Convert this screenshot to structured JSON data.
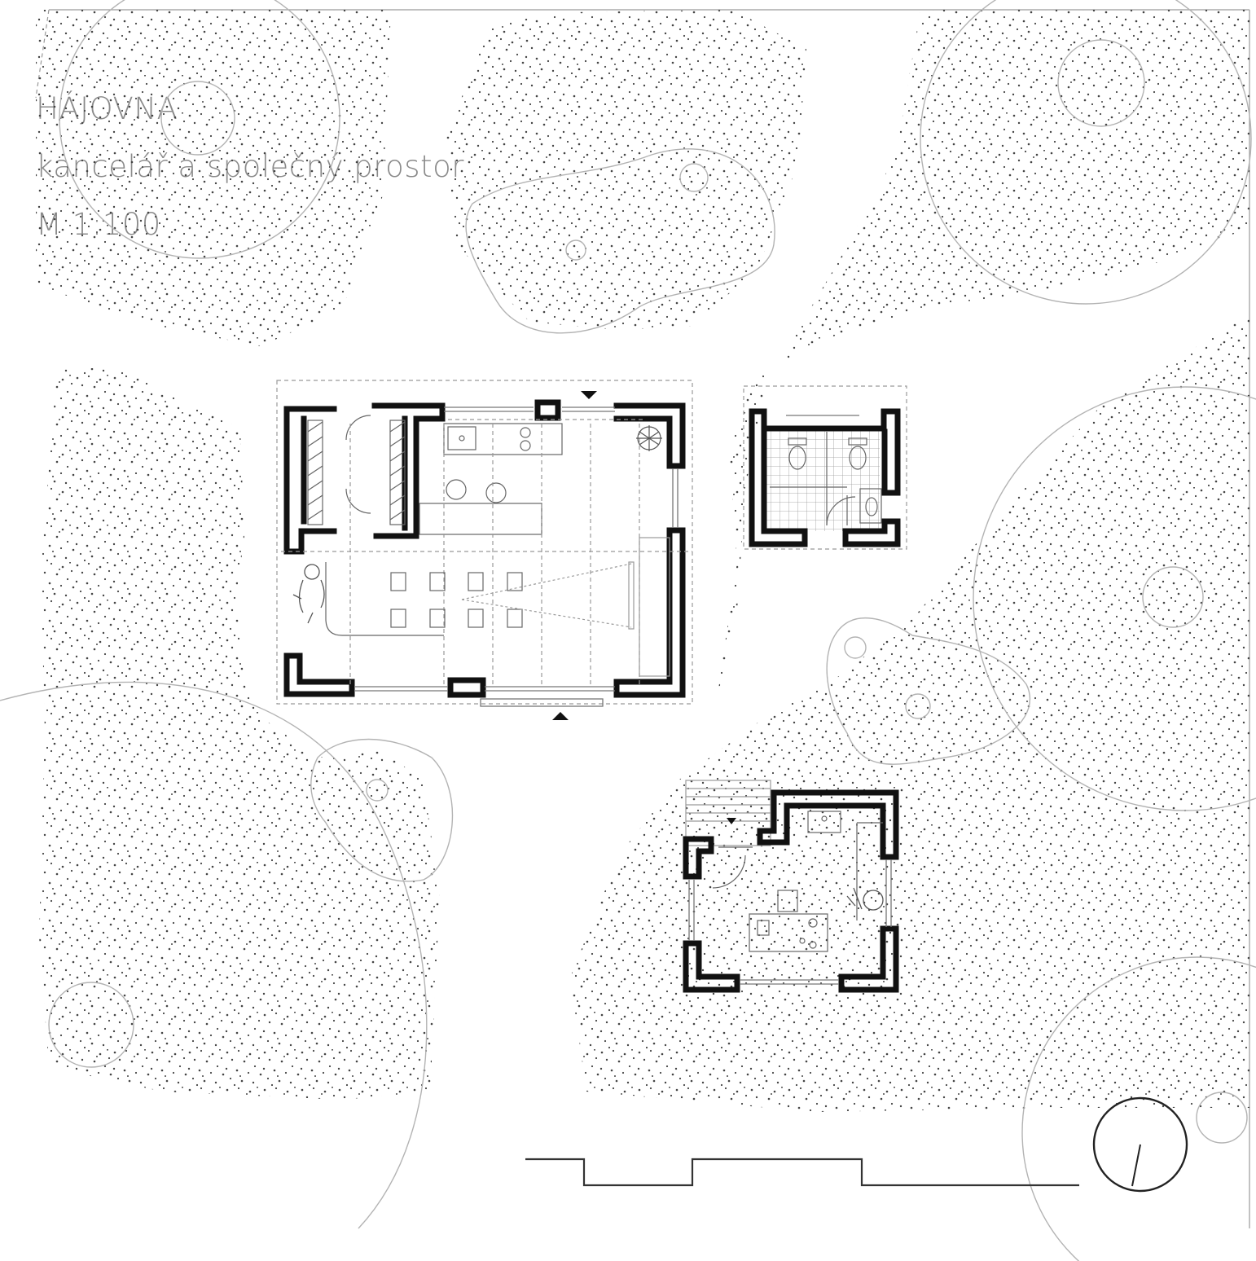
{
  "title": {
    "name": "HÁJOVNA",
    "subtitle": "kancelář a společný prostor",
    "scale": "M 1:100"
  },
  "colors": {
    "background": "#ffffff",
    "wall": "#111111",
    "linework": "#9a9a9a",
    "stipple": "#555555",
    "title_text": "#8a8a8a"
  },
  "icons": [
    "entrance-arrow-icon",
    "north-arrow-icon",
    "scale-bar-icon"
  ]
}
